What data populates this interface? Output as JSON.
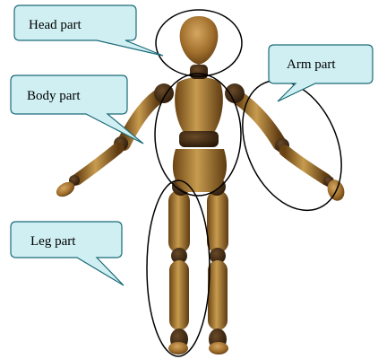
{
  "callouts": {
    "head": "Head part",
    "body": "Body part",
    "arm": "Arm part",
    "leg": "Leg part"
  },
  "colors": {
    "callout_fill": "#cfeff2",
    "callout_stroke": "#1a6a78",
    "wood_light": "#c79b4e",
    "wood_mid": "#9a6a28",
    "wood_dark": "#5e3b12",
    "joint": "#3a2614",
    "outline": "#000000"
  }
}
